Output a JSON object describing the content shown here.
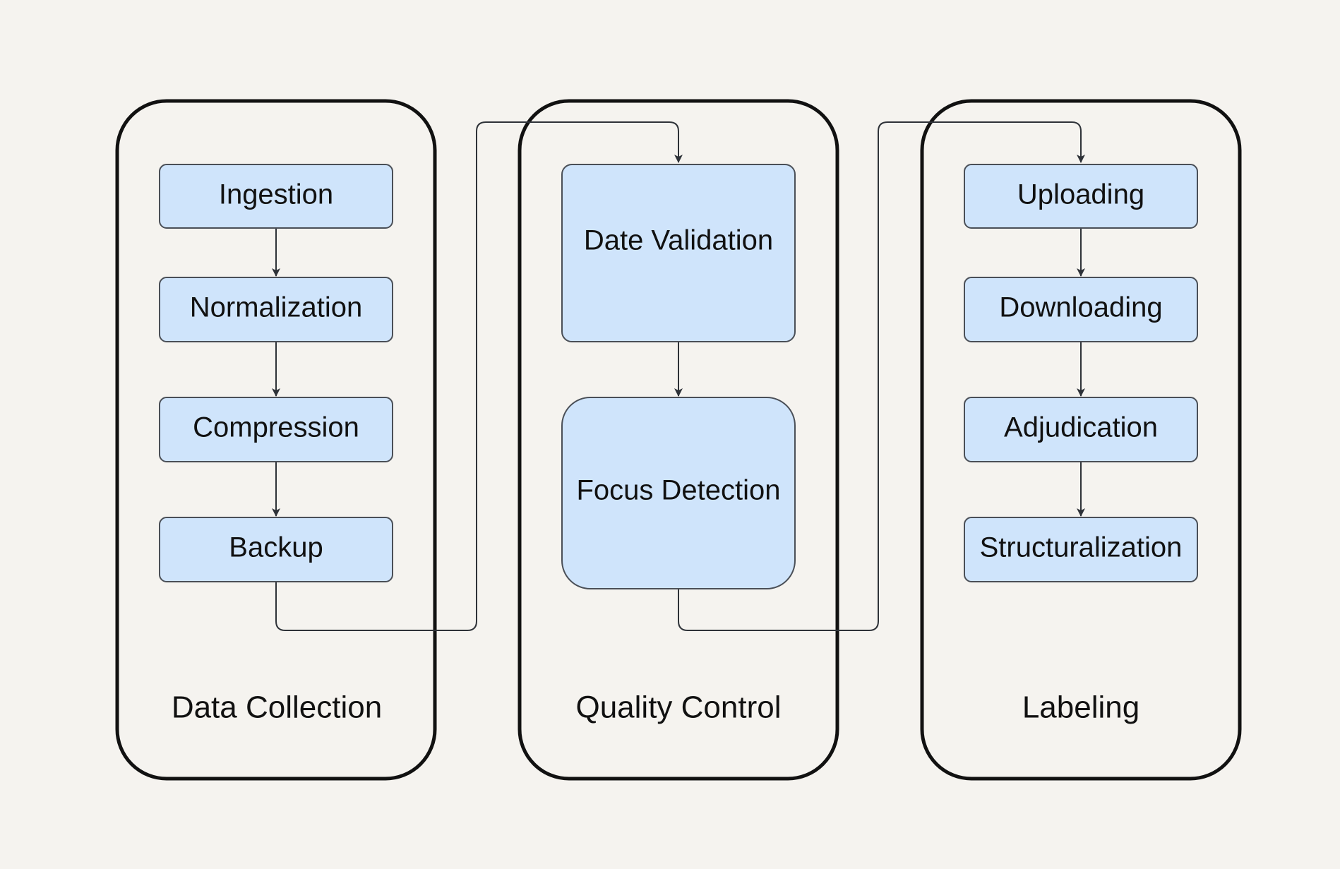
{
  "groups": [
    {
      "label": "Data Collection"
    },
    {
      "label": "Quality Control"
    },
    {
      "label": "Labeling"
    }
  ],
  "steps": {
    "ingestion": "Ingestion",
    "normalization": "Normalization",
    "compression": "Compression",
    "backup": "Backup",
    "date_validation": "Date Validation",
    "focus_detection": "Focus Detection",
    "uploading": "Uploading",
    "downloading": "Downloading",
    "adjudication": "Adjudication",
    "structuralization": "Structuralization"
  },
  "colors": {
    "background": "#f5f3ef",
    "node_fill": "#cfe4fb",
    "node_stroke": "#4a4f57",
    "frame_stroke": "#111111",
    "edge_stroke": "#2e3238"
  }
}
